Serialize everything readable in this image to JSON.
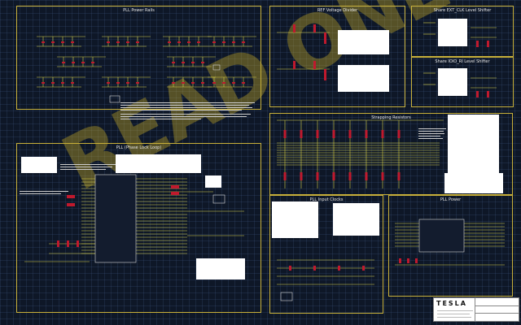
{
  "sheet": {
    "watermark": "READ ONLY",
    "colors": {
      "background": "#0e1727",
      "frame": "#c8b03a",
      "wire": "#d9d24a",
      "component": "#c0192d",
      "text": "#e8e8e8"
    }
  },
  "frames": {
    "pll_power_rails": "PLL Power Rails",
    "ref_voltage_divider": "REF Voltage Divider",
    "ext_clk_shifter": "Share EXT_CLK Level Shifter",
    "rx_level_shifter": "Share IOIO_RI Level Shifter",
    "strapping_resistors": "Strapping Resistors",
    "pll_lock_loop": "PLL (Phase Lock Loop)",
    "pll_input_clocks": "PLL Input Clocks",
    "pll_power": "PLL Power"
  },
  "title_block": {
    "logo": "TESLA"
  }
}
